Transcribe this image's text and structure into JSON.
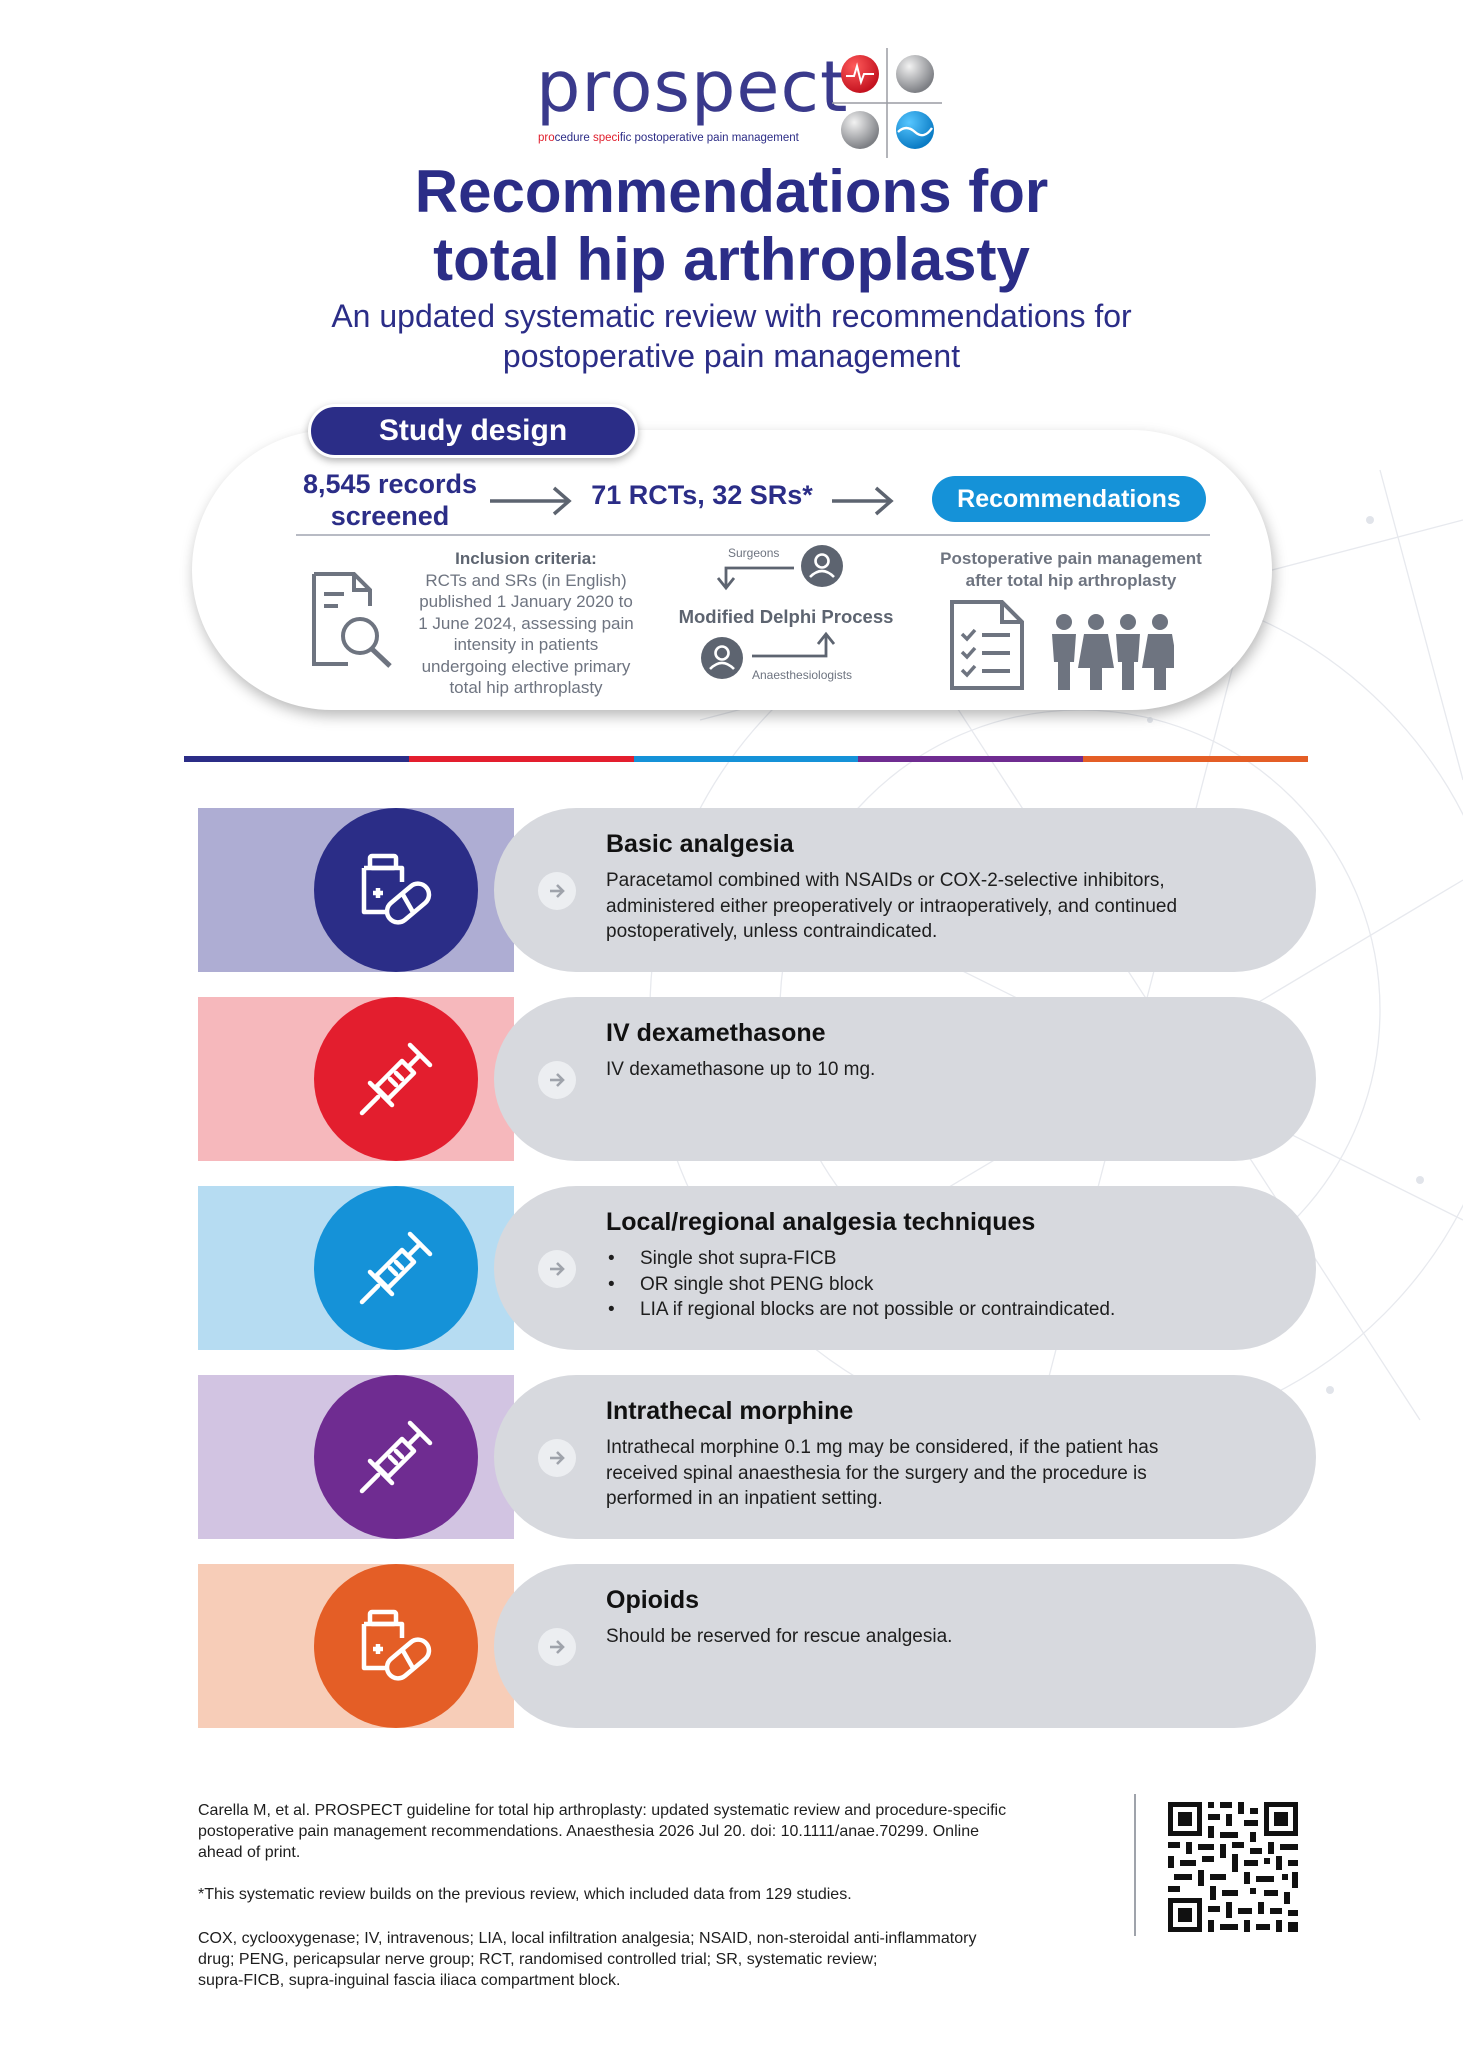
{
  "header": {
    "logo_word": "prospect",
    "logo_tagline_red_1": "pro",
    "logo_tagline_blue_1": "cedure ",
    "logo_tagline_red_2": "speci",
    "logo_tagline_blue_2": "fic postoperative pain management",
    "title_line_1": "Recommendations for",
    "title_line_2": "total hip arthroplasty",
    "subtitle_line_1": "An updated systematic review with recommendations for",
    "subtitle_line_2": "postoperative pain management"
  },
  "study_design": {
    "tab_label": "Study design",
    "records_line_1": "8,545 records",
    "records_line_2": "screened",
    "rcts_srs": "71 RCTs, 32 SRs*",
    "recommendations_label": "Recommendations",
    "inclusion_heading": "Inclusion criteria:",
    "inclusion_lines": [
      "RCTs and SRs (in English)",
      "published 1 January 2020 to",
      "1 June 2024, assessing pain",
      "intensity in patients",
      "undergoing elective primary",
      "total hip arthroplasty"
    ],
    "surgeons_label": "Surgeons",
    "delphi_label": "Modified Delphi Process",
    "anaesthesiologists_label": "Anaesthesiologists",
    "postop_line_1": "Postoperative pain management",
    "postop_line_2": "after total hip arthroplasty",
    "icons": [
      "document-search-icon",
      "surgeon-avatar-icon",
      "anaesthesiologist-avatar-icon",
      "checklist-icon",
      "people-group-icon"
    ]
  },
  "colorbar": [
    "#2b2d87",
    "#e31e2e",
    "#1592d8",
    "#6f2c91",
    "#e45e26"
  ],
  "recommendations": [
    {
      "title": "Basic analgesia",
      "body_lines": [
        "Paracetamol combined with NSAIDs or COX-2-selective inhibitors,",
        "administered either preoperatively or intraoperatively, and continued",
        "postoperatively, unless contraindicated."
      ],
      "icon": "pill-bottle-icon",
      "color": "#2b2d87",
      "band_color": "#aeadd3"
    },
    {
      "title": "IV dexamethasone",
      "body_lines": [
        "IV dexamethasone up to 10 mg."
      ],
      "icon": "syringe-icon",
      "color": "#e31e2e",
      "band_color": "#f6b8bc"
    },
    {
      "title": "Local/regional analgesia techniques",
      "bullets": [
        "Single shot supra-FICB",
        "OR single shot PENG block",
        "LIA if regional blocks are not possible or contraindicated."
      ],
      "bullet_char": "•",
      "icon": "syringe-icon",
      "color": "#1592d8",
      "band_color": "#b6dcf2"
    },
    {
      "title": "Intrathecal morphine",
      "body_lines": [
        "Intrathecal morphine 0.1 mg may be considered, if the patient has",
        "received spinal anaesthesia for the surgery and the procedure is",
        "performed in an inpatient setting."
      ],
      "icon": "syringe-icon",
      "color": "#6f2c91",
      "band_color": "#d2c4e2"
    },
    {
      "title": "Opioids",
      "body_lines": [
        "Should be reserved for rescue analgesia."
      ],
      "icon": "pill-bottle-icon",
      "color": "#e45e26",
      "band_color": "#f7cdb8"
    }
  ],
  "footer": {
    "reference_lines": [
      "Carella M, et al. PROSPECT guideline for total hip arthroplasty: updated systematic review and procedure-specific",
      "postoperative pain management recommendations. Anaesthesia 2026 Jul 20. doi: 10.1111/anae.70299. Online",
      "ahead of print."
    ],
    "footnote": "*This systematic review builds on the previous review, which included data from 129 studies.",
    "abbreviation_lines": [
      "COX, cyclooxygenase; IV, intravenous; LIA, local infiltration analgesia; NSAID, non-steroidal anti-inflammatory",
      "drug; PENG, pericapsular nerve group; RCT, randomised controlled trial; SR, systematic review;",
      "supra-FICB, supra-inguinal fascia iliaca compartment block."
    ],
    "qr_icon": "qr-code-icon"
  }
}
